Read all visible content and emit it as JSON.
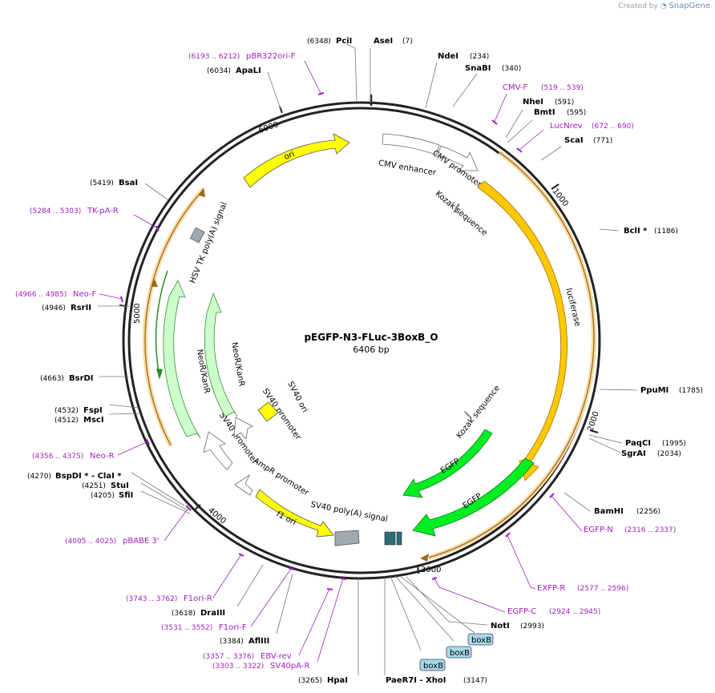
{
  "credit": {
    "prefix": "Created by",
    "brand": "SnapGene"
  },
  "plasmid": {
    "name": "pEGFP-N3-FLuc-3BoxB_O",
    "length_label": "6406 bp",
    "length": 6406
  },
  "ticks": [
    "1000",
    "2000",
    "3000",
    "4000",
    "5000",
    "6000"
  ],
  "sites": [
    {
      "name": "PciI",
      "pos": "(6348)"
    },
    {
      "name": "AseI",
      "pos": "(7)"
    },
    {
      "name": "NdeI",
      "pos": "(234)"
    },
    {
      "name": "SnaBI",
      "pos": "(340)"
    },
    {
      "name": "NheI",
      "pos": "(591)"
    },
    {
      "name": "BmtI",
      "pos": "(595)"
    },
    {
      "name": "ScaI",
      "pos": "(771)"
    },
    {
      "name": "BclI *",
      "pos": "(1186)"
    },
    {
      "name": "PpuMI",
      "pos": "(1785)"
    },
    {
      "name": "PaqCI",
      "pos": "(1995)"
    },
    {
      "name": "SgrAI",
      "pos": "(2034)"
    },
    {
      "name": "BamHI",
      "pos": "(2256)"
    },
    {
      "name": "NotI",
      "pos": "(2993)"
    },
    {
      "name": "PaeR7I  - XhoI",
      "pos": "(3147)"
    },
    {
      "name": "HpaI",
      "pos": "(3265)"
    },
    {
      "name": "AflIII",
      "pos": "(3384)"
    },
    {
      "name": "DraIII",
      "pos": "(3618)"
    },
    {
      "name": "SfiI",
      "pos": "(4205)"
    },
    {
      "name": "StuI",
      "pos": "(4251)"
    },
    {
      "name": "BspDI *  - ClaI *",
      "pos": "(4270)"
    },
    {
      "name": "MscI",
      "pos": "(4512)"
    },
    {
      "name": "FspI",
      "pos": "(4532)"
    },
    {
      "name": "BsrDI",
      "pos": "(4663)"
    },
    {
      "name": "RsrII",
      "pos": "(4946)"
    },
    {
      "name": "BsaI",
      "pos": "(5419)"
    },
    {
      "name": "ApaLI",
      "pos": "(6034)"
    }
  ],
  "primers": [
    {
      "name": "pBR322ori-F",
      "pos": "(6193 .. 6212)"
    },
    {
      "name": "CMV-F",
      "pos": "(519 .. 539)"
    },
    {
      "name": "LucNrev",
      "pos": "(672 .. 690)"
    },
    {
      "name": "EGFP-N",
      "pos": "(2316 .. 2337)"
    },
    {
      "name": "EXFP-R",
      "pos": "(2577 .. 2596)"
    },
    {
      "name": "EGFP-C",
      "pos": "(2924 .. 2945)"
    },
    {
      "name": "EBV-rev",
      "pos": "(3357 .. 3376)"
    },
    {
      "name": "SV40pA-R",
      "pos": "(3303 .. 3322)"
    },
    {
      "name": "F1ori-F",
      "pos": "(3531 .. 3552)"
    },
    {
      "name": "F1ori-R",
      "pos": "(3743 .. 3762)"
    },
    {
      "name": "pBABE 3'",
      "pos": "(4005 .. 4025)"
    },
    {
      "name": "Neo-R",
      "pos": "(4356 .. 4375)"
    },
    {
      "name": "Neo-F",
      "pos": "(4966 .. 4985)"
    },
    {
      "name": "TK-pA-R",
      "pos": "(5284 .. 5303)"
    }
  ],
  "features": {
    "ori": "ori",
    "cmv_enhancer": "CMV enhancer",
    "cmv_promoter": "CMV promoter",
    "kozak1": "Kozak sequence",
    "luciferase": "luciferase",
    "kozak2": "Kozak sequence",
    "egfp1": "EGFP",
    "egfp2": "EGFP",
    "sv40_polya": "SV40 poly(A) signal",
    "boxb": "boxB",
    "f1ori": "f1 ori",
    "ampr_promoter": "AmpR promoter",
    "sv40_promoter1": "SV40 promoter",
    "sv40_promoter2": "SV40 promoter",
    "sv40_ori": "SV40 ori",
    "neokan1": "NeoR/KanR",
    "neokan2": "NeoR/KanR",
    "hsv_tk": "HSV TK poly(A) signal"
  },
  "colors": {
    "backbone": "#222222",
    "ori": "#ffff00",
    "luciferase": "#ffc800",
    "egfp": "#00ee22",
    "neokan": "#ccffcc",
    "promoter": "#ffffff",
    "polya": "#a0a8b0",
    "boxb": "#a8d8e8",
    "primer": "#a020c0",
    "orf_halo": "#f8dca8"
  }
}
